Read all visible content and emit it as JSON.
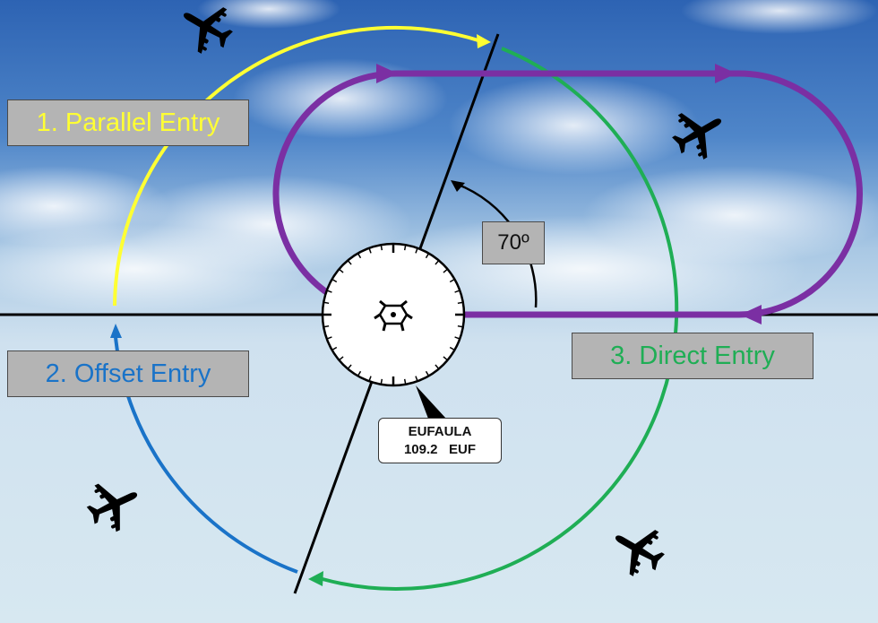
{
  "entries": {
    "parallel": {
      "label": "1. Parallel Entry",
      "color": "#ffff33"
    },
    "offset": {
      "label": "2. Offset Entry",
      "color": "#1a73c8"
    },
    "direct": {
      "label": "3. Direct Entry",
      "color": "#1fae55"
    }
  },
  "holding_pattern_color": "#7b2fa3",
  "angle": {
    "label": "70º"
  },
  "vor": {
    "name": "EUFAULA",
    "frequency_ident": "109.2   EUF"
  },
  "icons": [
    "airplane-icon",
    "vor-symbol-icon"
  ]
}
